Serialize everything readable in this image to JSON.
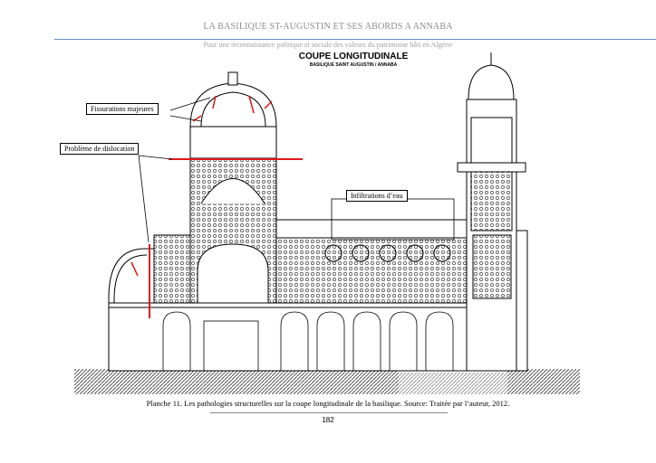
{
  "header": {
    "title": "LA BASILIQUE ST-AUGUSTIN ET SES ABORDS A ANNABA",
    "subtitle": "Pour une reconnaissance politique et sociale des valeurs du patrimoine bâti en Algérie"
  },
  "drawing": {
    "title": "COUPE LONGITUDINALE",
    "subtitle": "BASILIQUE SAINT AUGUSTIN / ANNABA",
    "labels": {
      "cracks": "Fissurations majeures",
      "dislocation": "Problème de dislocation",
      "water": "Infiltrations d’eau"
    },
    "annotation_color": "#e0161b"
  },
  "caption": "Planche 11. Les pathologies structurelles sur la coupe longitudinale de la basilique. Source: Traitée par l’auteur, 2012.",
  "page_number": "182"
}
